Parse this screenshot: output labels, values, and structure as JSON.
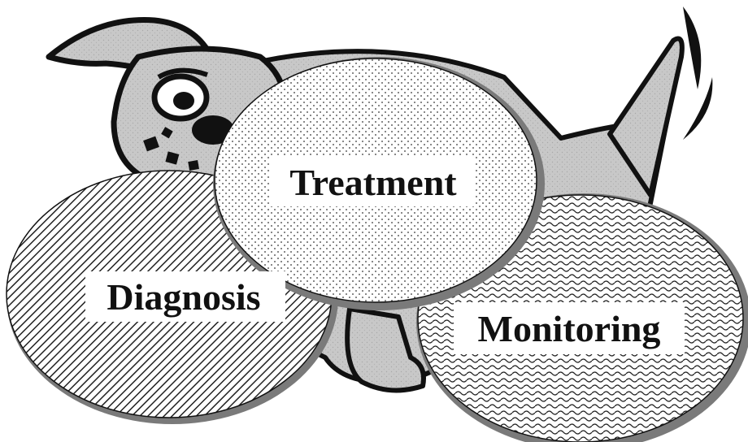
{
  "diagram": {
    "labels": {
      "treatment": "Treatment",
      "diagnosis": "Diagnosis",
      "monitoring": "Monitoring"
    },
    "background_figure": "cartoon-dog-icon",
    "colors": {
      "outline": "#111111",
      "dog_fill": "#c8c8c8",
      "dog_shadow": "#9a9a9a",
      "pattern_ink": "#222222",
      "ellipse_rim": "#7a7a7a",
      "label_background": "#ffffff"
    }
  }
}
